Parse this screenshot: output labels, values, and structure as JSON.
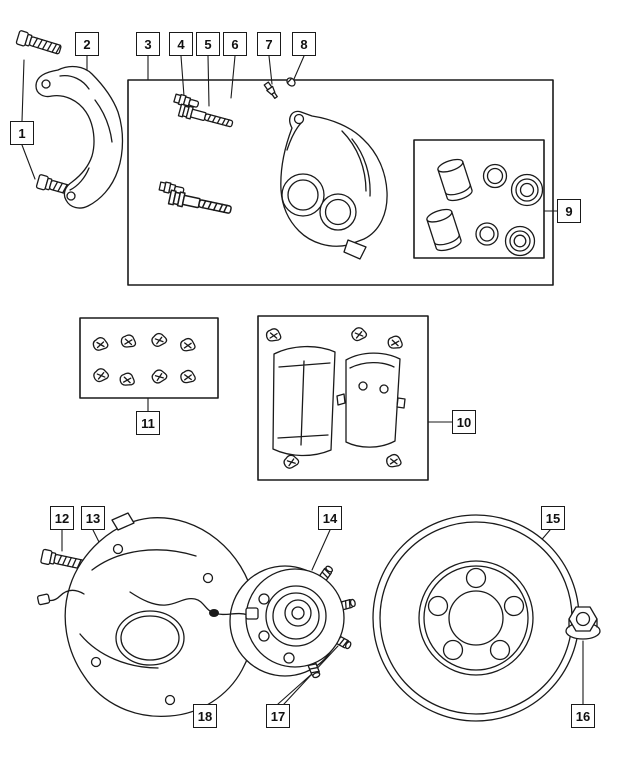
{
  "diagram": {
    "type": "exploded-parts-diagram",
    "background_color": "#ffffff",
    "line_color": "#1a1a1a",
    "callouts": [
      {
        "label": "1"
      },
      {
        "label": "2"
      },
      {
        "label": "3"
      },
      {
        "label": "4"
      },
      {
        "label": "5"
      },
      {
        "label": "6"
      },
      {
        "label": "7"
      },
      {
        "label": "8"
      },
      {
        "label": "9"
      },
      {
        "label": "10"
      },
      {
        "label": "11"
      },
      {
        "label": "12"
      },
      {
        "label": "13"
      },
      {
        "label": "14"
      },
      {
        "label": "15"
      },
      {
        "label": "16"
      },
      {
        "label": "17"
      },
      {
        "label": "18"
      }
    ]
  }
}
